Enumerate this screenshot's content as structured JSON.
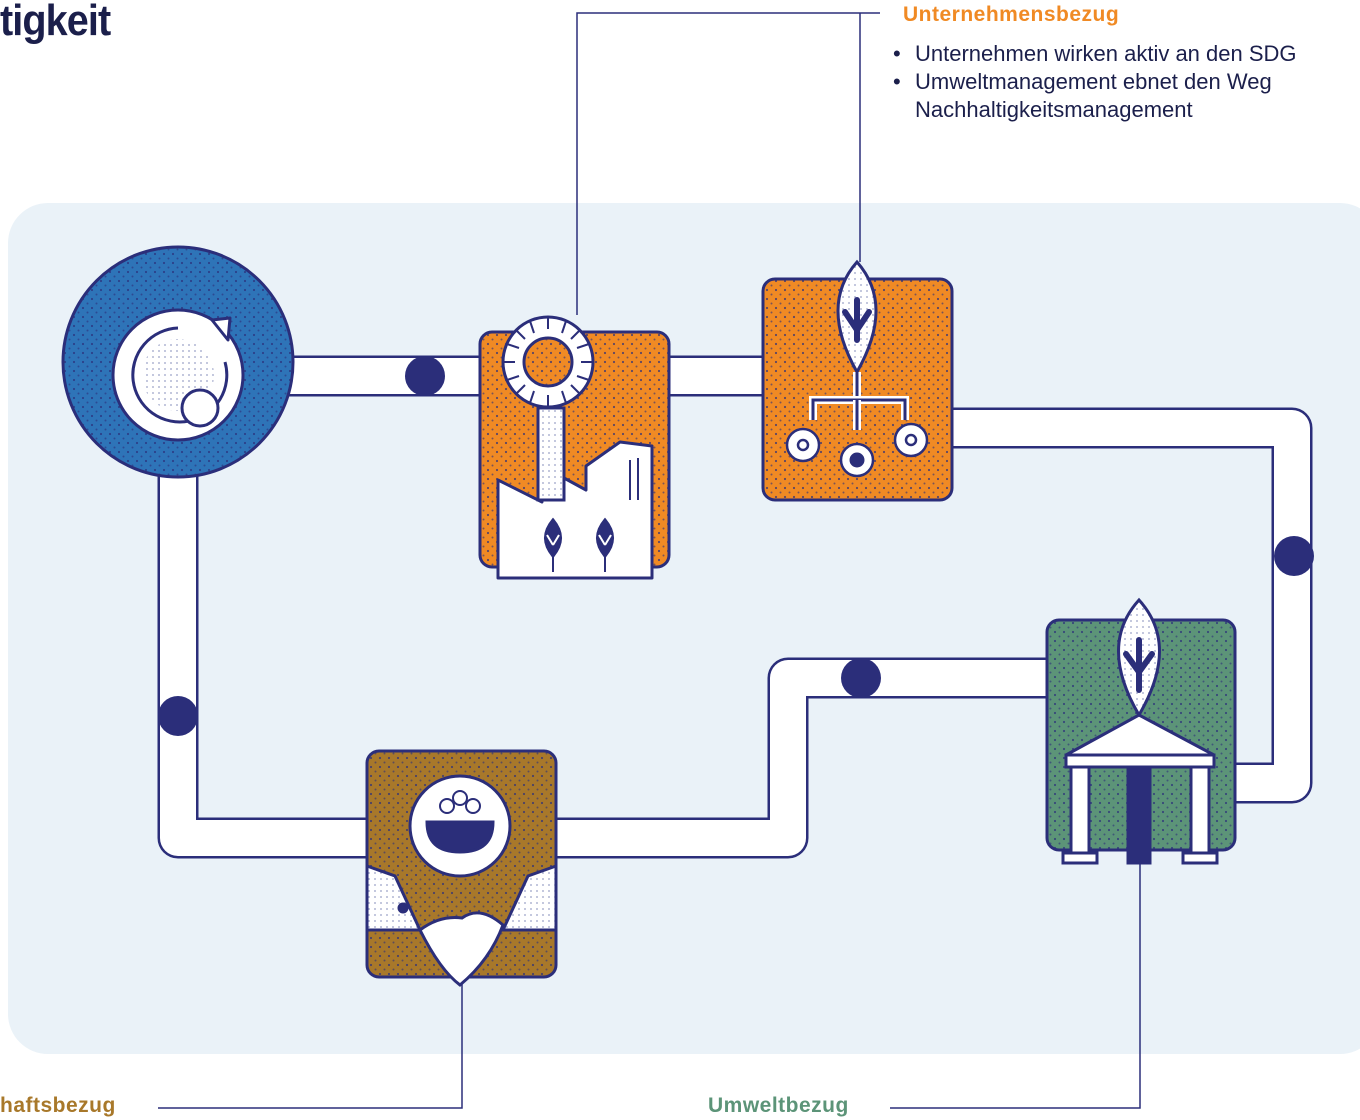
{
  "title": "tigkeit",
  "colors": {
    "navy": "#2b2e7a",
    "orange": "#f08a24",
    "blue": "#2e74b8",
    "green": "#5c9478",
    "brown": "#a8782a",
    "panel": "#eaf2f8"
  },
  "labels": {
    "unternehmen": {
      "heading": "Unternehmensbezug",
      "bullets": [
        "Unternehmen wirken aktiv an den SDG",
        "Umweltmanagement ebnet den Weg",
        "Nachhaltigkeitsmanagement"
      ]
    },
    "gesellschaft": {
      "heading": "haftsbezug"
    },
    "umwelt": {
      "heading": "Umweltbezug"
    }
  },
  "icons": [
    "recycle-icon",
    "factory-award-icon",
    "leaf-gears-icon",
    "community-handshake-icon",
    "leaf-institution-icon"
  ]
}
